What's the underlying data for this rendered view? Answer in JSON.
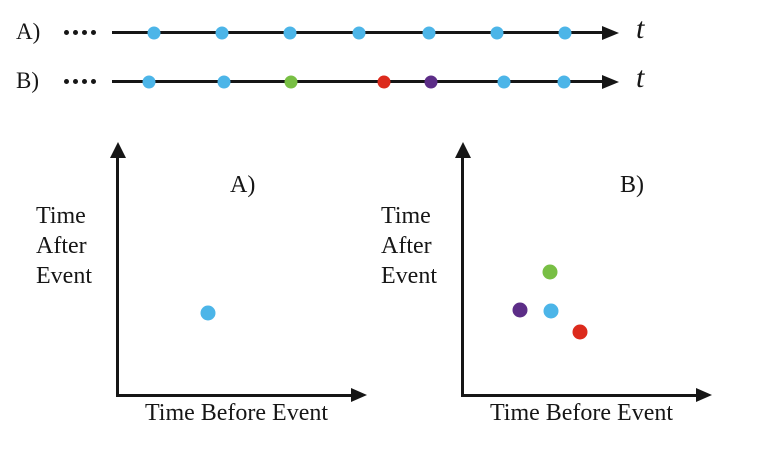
{
  "colors": {
    "blue": "#4cb5e8",
    "green": "#78bf44",
    "red": "#dc2a1c",
    "purple": "#5c2d87",
    "axis": "#161616"
  },
  "timelines": [
    {
      "label": "A)",
      "t_label": "t",
      "prefix_dots": 4,
      "dots": [
        {
          "x": 0.085,
          "color": "blue"
        },
        {
          "x": 0.224,
          "color": "blue"
        },
        {
          "x": 0.362,
          "color": "blue"
        },
        {
          "x": 0.502,
          "color": "blue"
        },
        {
          "x": 0.644,
          "color": "blue"
        },
        {
          "x": 0.783,
          "color": "blue"
        },
        {
          "x": 0.921,
          "color": "blue"
        }
      ]
    },
    {
      "label": "B)",
      "t_label": "t",
      "prefix_dots": 4,
      "dots": [
        {
          "x": 0.075,
          "color": "blue"
        },
        {
          "x": 0.228,
          "color": "blue"
        },
        {
          "x": 0.364,
          "color": "green"
        },
        {
          "x": 0.553,
          "color": "red"
        },
        {
          "x": 0.648,
          "color": "purple"
        },
        {
          "x": 0.797,
          "color": "blue"
        },
        {
          "x": 0.919,
          "color": "blue"
        }
      ]
    }
  ],
  "chart_data": [
    {
      "type": "scatter",
      "title": "A)",
      "xlabel": "Time Before Event",
      "ylabel": "Time After Event",
      "ylabel_lines": [
        "Time",
        "After",
        "Event"
      ],
      "axis_ticks": "none",
      "points": [
        {
          "x": 0.38,
          "y": 0.34,
          "color": "blue"
        }
      ]
    },
    {
      "type": "scatter",
      "title": "B)",
      "xlabel": "Time Before Event",
      "ylabel": "Time After Event",
      "ylabel_lines": [
        "Time",
        "After",
        "Event"
      ],
      "axis_ticks": "none",
      "points": [
        {
          "x": 0.367,
          "y": 0.506,
          "color": "green"
        },
        {
          "x": 0.242,
          "y": 0.351,
          "color": "purple"
        },
        {
          "x": 0.371,
          "y": 0.347,
          "color": "blue"
        },
        {
          "x": 0.492,
          "y": 0.261,
          "color": "red"
        }
      ]
    }
  ]
}
